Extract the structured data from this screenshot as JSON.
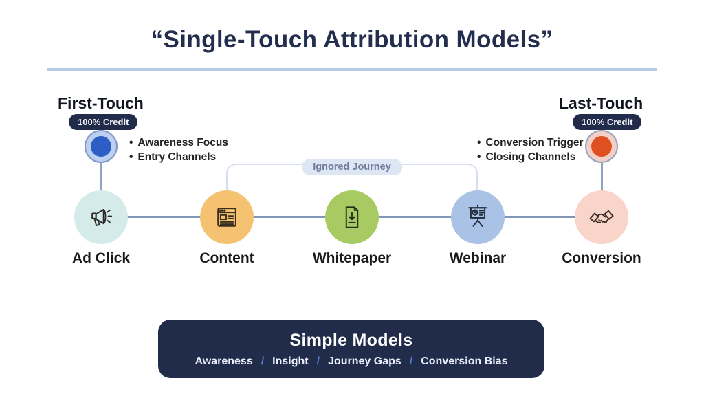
{
  "title": "“Single-Touch Attribution Models”",
  "first_touch": {
    "heading": "First-Touch",
    "badge": "100% Credit",
    "bullet": "•",
    "bullets": [
      "Awareness Focus",
      "Entry Channels"
    ],
    "dot_color": "#2d5ec6",
    "ring_color": "#bdd0f2"
  },
  "last_touch": {
    "heading": "Last-Touch",
    "badge": "100% Credit",
    "bullet": "•",
    "bullets": [
      "Conversion Trigger",
      "Closing Channels"
    ],
    "dot_color": "#df4f1f",
    "ring_color": "#f3cfc5"
  },
  "ignored_journey": {
    "label": "Ignored Journey",
    "pill_bg": "#dde6f3",
    "text_color": "#6e7d9d"
  },
  "journey": {
    "steps": [
      {
        "label": "Ad Click",
        "icon": "megaphone-icon",
        "color": "#d4ebea"
      },
      {
        "label": "Content",
        "icon": "browser-icon",
        "color": "#f4c271"
      },
      {
        "label": "Whitepaper",
        "icon": "document-download-icon",
        "color": "#a7cb62"
      },
      {
        "label": "Webinar",
        "icon": "presentation-icon",
        "color": "#abc2e7"
      },
      {
        "label": "Conversion",
        "icon": "handshake-icon",
        "color": "#f8d4c9"
      }
    ]
  },
  "bottom_box": {
    "title": "Simple Models",
    "items": [
      "Awareness",
      "Insight",
      "Journey Gaps",
      "Conversion Bias"
    ],
    "separator": "/",
    "bg_color": "#212c4b",
    "separator_color": "#4d7ed2"
  },
  "colors": {
    "navy": "#212c4b",
    "divider": "#b7cae5",
    "connector": "#8097b8",
    "bracket": "#d5dfef"
  }
}
